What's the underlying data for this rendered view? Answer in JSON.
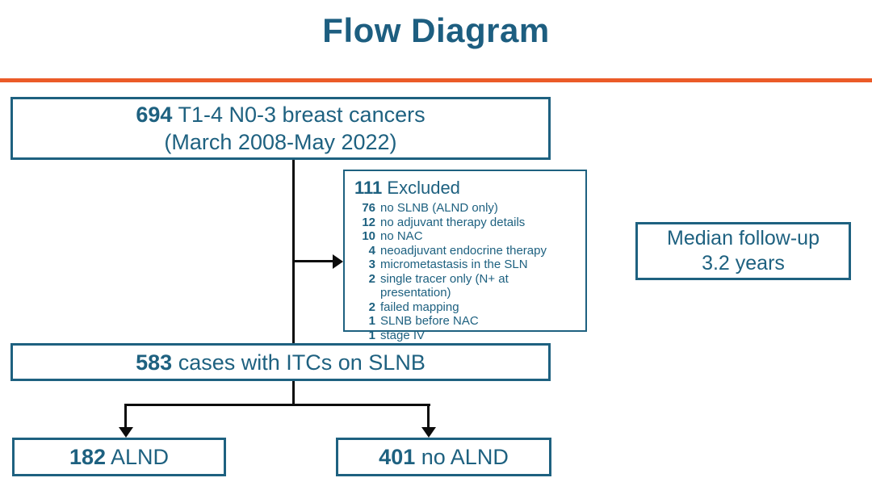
{
  "title": "Flow Diagram",
  "theme": {
    "teal": "#1E6180",
    "orange": "#EB5B28",
    "connector_black": "#0c0c0c"
  },
  "boxes": {
    "cohort": {
      "count": "694",
      "rest": "T1-4 N0-3 breast cancers",
      "line2": "(March 2008-May 2022)"
    },
    "excluded": {
      "count": "111",
      "label": "Excluded",
      "items": [
        {
          "n": "76",
          "text": "no SLNB (ALND only)"
        },
        {
          "n": "12",
          "text": "no adjuvant therapy details"
        },
        {
          "n": "10",
          "text": "no NAC"
        },
        {
          "n": "4",
          "text": "neoadjuvant endocrine therapy"
        },
        {
          "n": "3",
          "text": "micrometastasis in the SLN"
        },
        {
          "n": "2",
          "text": "single tracer only (N+ at presentation)"
        },
        {
          "n": "2",
          "text": "failed mapping"
        },
        {
          "n": "1",
          "text": "SLNB before NAC"
        },
        {
          "n": "1",
          "text": "stage IV"
        }
      ]
    },
    "followup": {
      "line1": "Median follow-up",
      "line2": "3.2 years"
    },
    "itc": {
      "count": "583",
      "rest": "cases with ITCs on SLNB"
    },
    "alnd": {
      "count": "182",
      "rest": "ALND"
    },
    "no_alnd": {
      "count": "401",
      "rest": "no ALND"
    }
  }
}
